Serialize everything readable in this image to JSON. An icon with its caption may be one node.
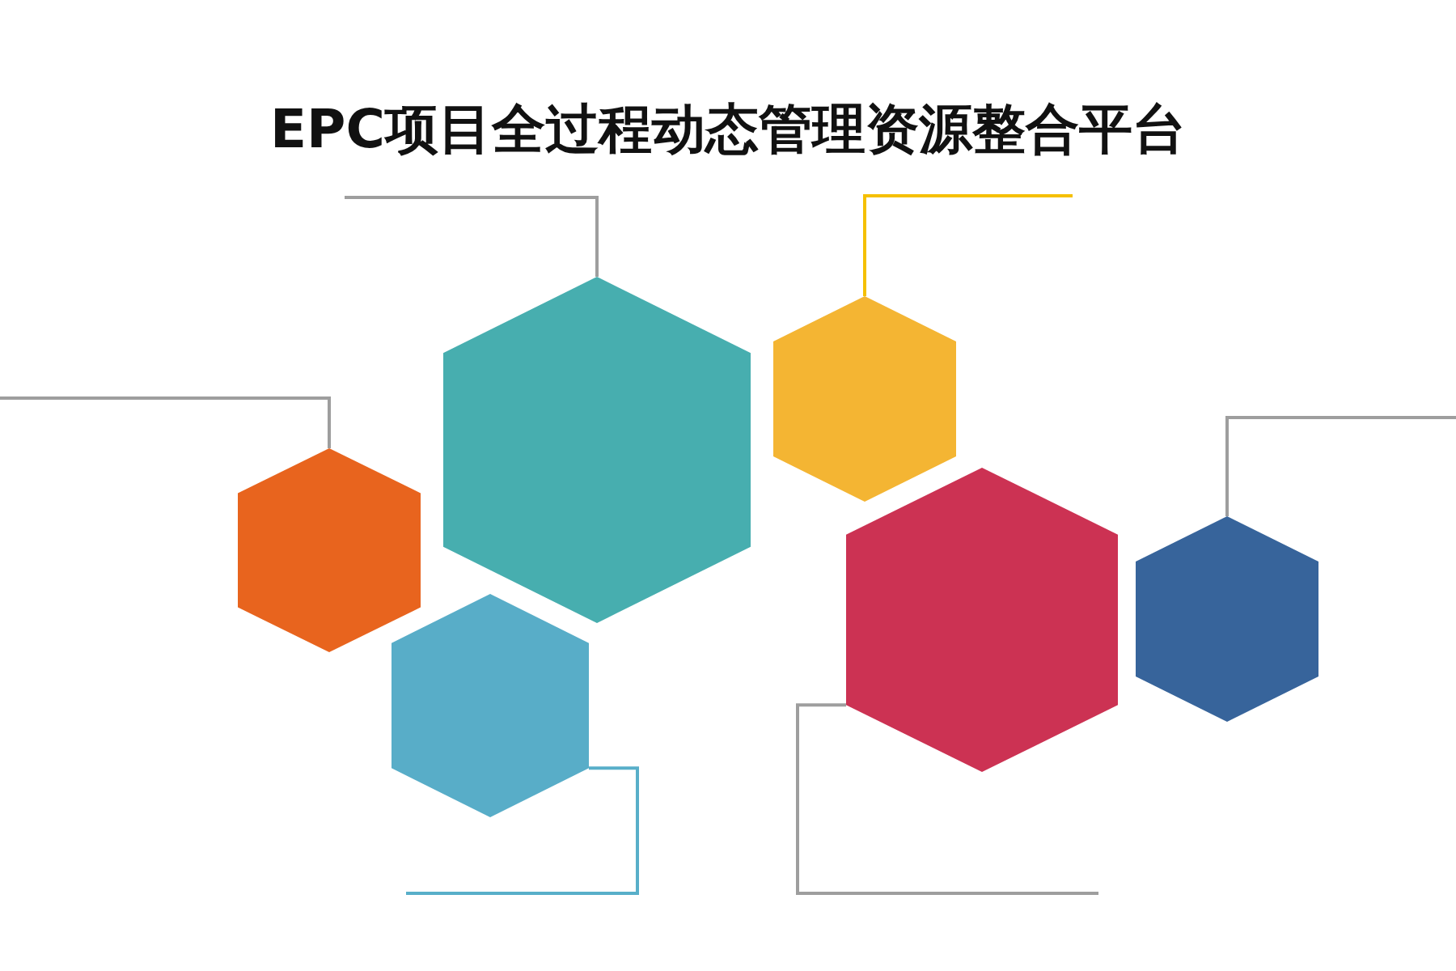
{
  "diagram": {
    "title": "EPC项目全过程动态管理资源整合平台",
    "nodes": [
      {
        "text": [],
        "shape": "hexagon"
      },
      {
        "text": [],
        "shape": "hexagon"
      },
      {
        "text": [],
        "shape": "hexagon"
      },
      {
        "text": [],
        "shape": "hexagon"
      },
      {
        "text": [],
        "shape": "hexagon"
      },
      {
        "text": [],
        "shape": "hexagon"
      }
    ],
    "edges": [
      {
        "from": 0,
        "to": null,
        "arrow": "none"
      },
      {
        "from": 1,
        "to": null,
        "arrow": "none",
        "color": "#f5c000"
      },
      {
        "from": 2,
        "to": null,
        "arrow": "none"
      },
      {
        "from": 3,
        "to": null,
        "arrow": "none"
      },
      {
        "from": 4,
        "to": null,
        "arrow": "none"
      },
      {
        "from": 5,
        "to": null,
        "arrow": "none",
        "color": "#58afc9"
      }
    ]
  }
}
